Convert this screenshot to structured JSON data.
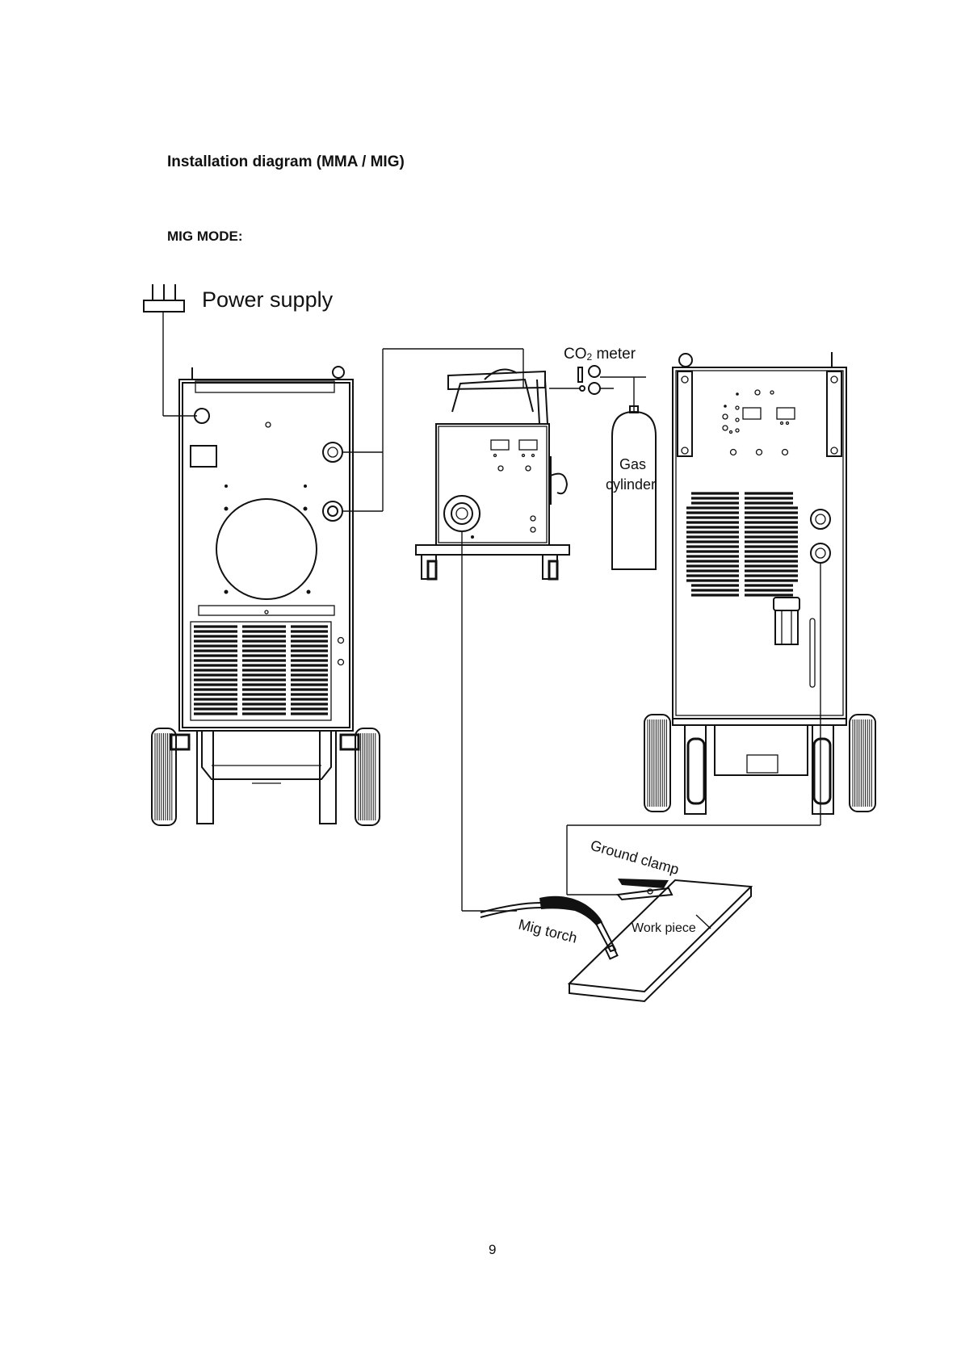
{
  "document": {
    "title": "Installation diagram (MMA / MIG)",
    "mode_heading": "MIG MODE:",
    "page_number": "9"
  },
  "diagram": {
    "labels": {
      "power_supply": "Power supply",
      "co2_meter_prefix": "CO",
      "co2_meter_sub": "2",
      "co2_meter_suffix": " meter",
      "gas_line1": "Gas",
      "gas_line2": "cylinder",
      "ground_clamp": "Ground clamp",
      "work_piece": "Work piece",
      "mig_torch": "Mig torch"
    }
  }
}
